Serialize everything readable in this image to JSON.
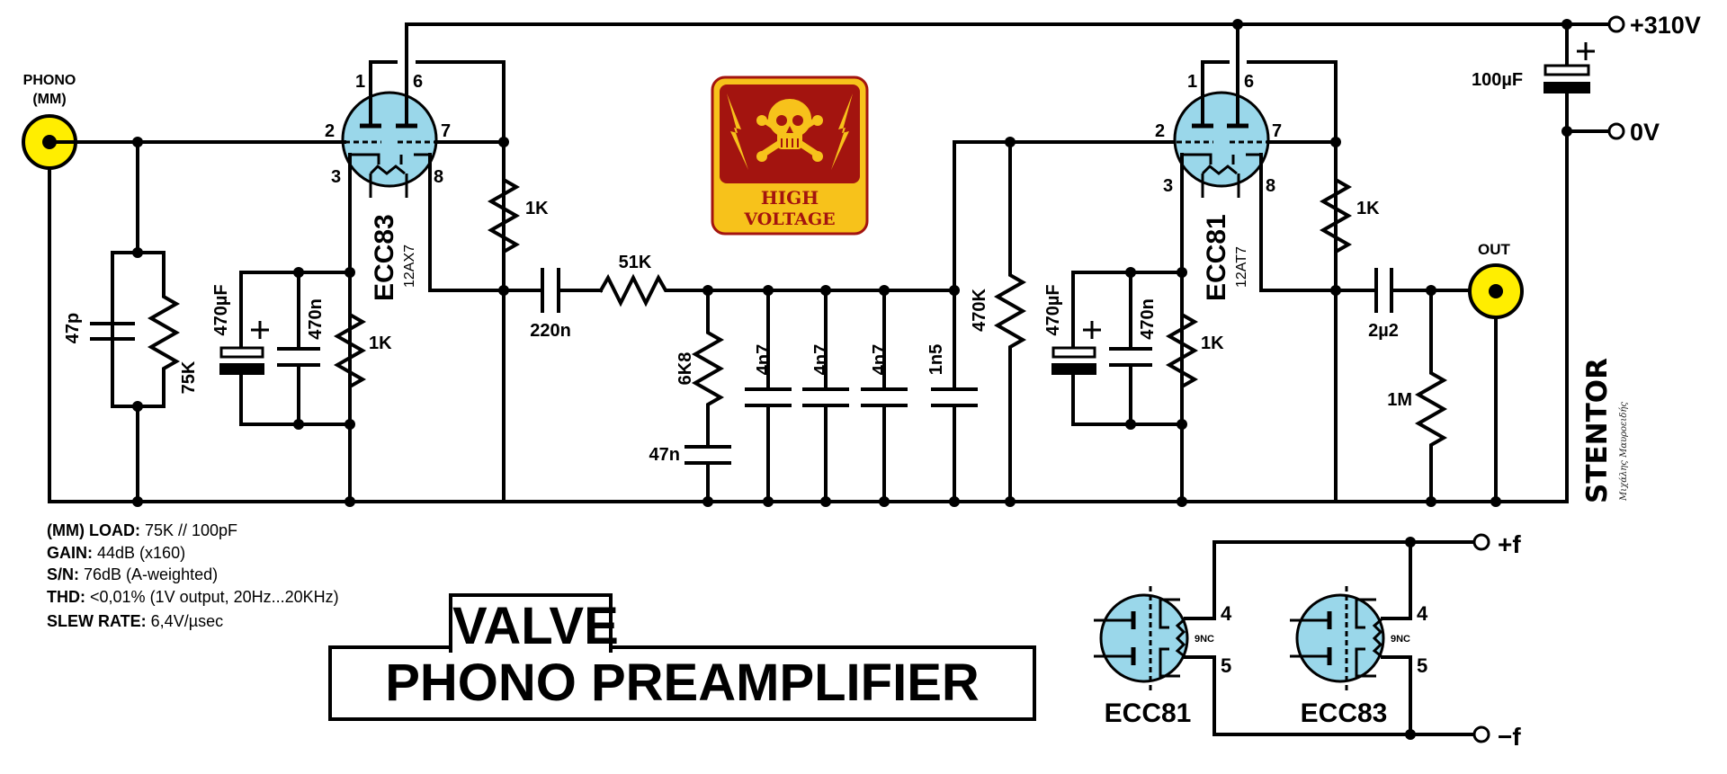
{
  "title": {
    "line1": "VALVE",
    "line2": "PHONO PREAMPLIFIER"
  },
  "connectors": {
    "input_label_line1": "PHONO",
    "input_label_line2": "(MM)",
    "output_label": "OUT",
    "supply_positive": "+310V",
    "supply_ground": "0V",
    "heater_positive": "+f",
    "heater_negative": "−f"
  },
  "tubes": {
    "stage1": {
      "type": "ECC83",
      "equivalent": "12AX7",
      "pins": [
        "1",
        "6",
        "2",
        "7",
        "3",
        "8"
      ]
    },
    "stage2": {
      "type": "ECC81",
      "equivalent": "12AT7",
      "pins": [
        "1",
        "6",
        "2",
        "7",
        "3",
        "8"
      ]
    }
  },
  "components": {
    "input_cap": "47p",
    "input_res": "75K",
    "cathode1_elco": "470µF",
    "cathode1_cap": "470n",
    "cathode1_res": "1K",
    "plate1_res": "1K",
    "coupling1_cap": "220n",
    "riaa_series_res": "51K",
    "riaa_shunt_res": "6K8",
    "riaa_shunt_cap": "47n",
    "riaa_cap_a": "4n7",
    "riaa_cap_b": "4n7",
    "riaa_cap_c": "4n7",
    "riaa_cap_d": "1n5",
    "grid2_res": "470K",
    "cathode2_elco": "470µF",
    "cathode2_cap": "470n",
    "cathode2_res": "1K",
    "plate2_res": "1K",
    "output_cap": "2µ2",
    "output_res": "1M",
    "supply_cap": "100µF"
  },
  "specs": [
    {
      "key": "(MM) LOAD:",
      "value": "75K // 100pF"
    },
    {
      "key": "GAIN:",
      "value": "44dB (x160)"
    },
    {
      "key": "S/N:",
      "value": "76dB (A-weighted)"
    },
    {
      "key": "THD:",
      "value": "<0,01% (1V output, 20Hz...20KHz)"
    },
    {
      "key": "SLEW RATE:",
      "value": "6,4V/µsec"
    }
  ],
  "heater": {
    "tube_a": "ECC81",
    "tube_b": "ECC83",
    "pin_4": "4",
    "pin_5": "5",
    "pin_9": "9NC"
  },
  "warning_sign": {
    "line1": "HIGH",
    "line2": "VOLTAGE",
    "icon": "skull-crossbones-lightning-icon",
    "colors": {
      "background": "#a3140f",
      "foreground": "#f7c21b"
    }
  },
  "brand": {
    "name": "STENTOR",
    "signature": "Μιχάλης Μαυροειδής"
  },
  "colors": {
    "tube_fill": "#9ad7ea",
    "jack_fill": "#ffee00",
    "wire": "#000000"
  }
}
